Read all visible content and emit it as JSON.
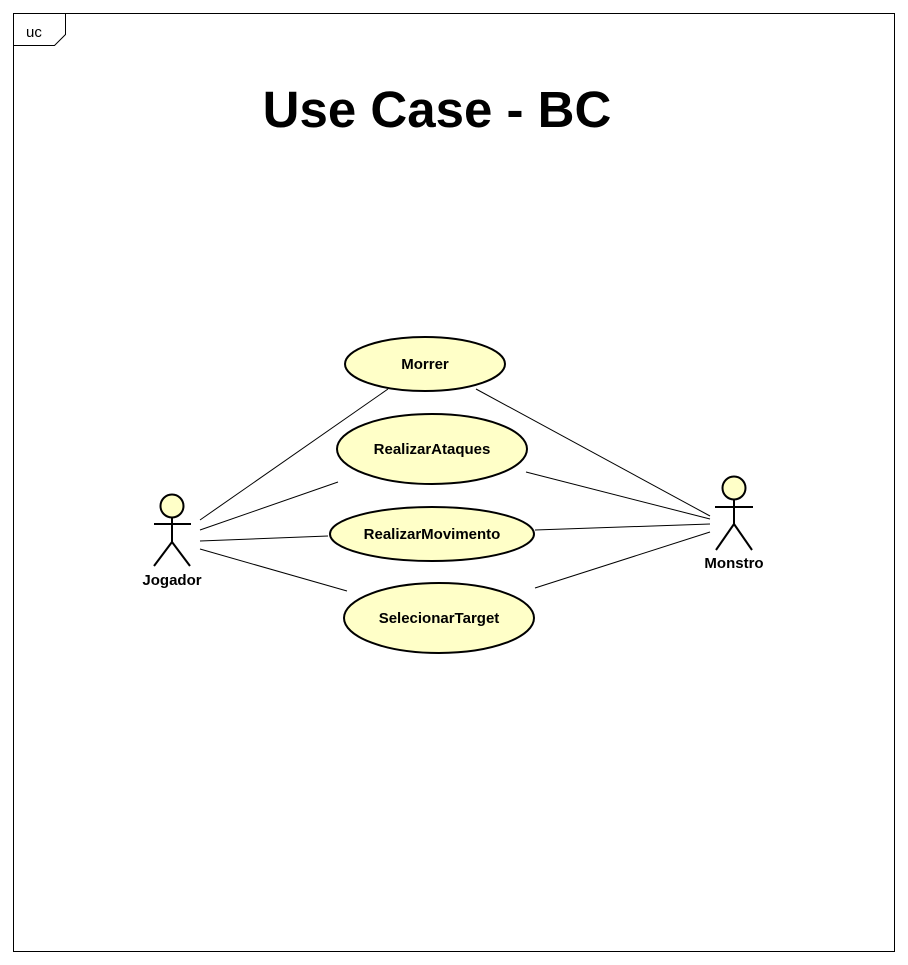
{
  "diagram": {
    "frame_tag": "uc",
    "title": "Use Case - BC",
    "colors": {
      "usecase_fill": "#ffffc8",
      "actor_fill": "#ffffc8",
      "line": "#000000",
      "background": "#ffffff"
    },
    "actors": [
      {
        "id": "jogador",
        "name": "Jogador"
      },
      {
        "id": "monstro",
        "name": "Monstro"
      }
    ],
    "use_cases": [
      {
        "id": "morrer",
        "label": "Morrer"
      },
      {
        "id": "realizar-ataques",
        "label": "RealizarAtaques"
      },
      {
        "id": "realizar-movimento",
        "label": "RealizarMovimento"
      },
      {
        "id": "selecionar-target",
        "label": "SelecionarTarget"
      }
    ],
    "associations": [
      {
        "actor": "jogador",
        "use_case": "morrer"
      },
      {
        "actor": "jogador",
        "use_case": "realizar-ataques"
      },
      {
        "actor": "jogador",
        "use_case": "realizar-movimento"
      },
      {
        "actor": "jogador",
        "use_case": "selecionar-target"
      },
      {
        "actor": "monstro",
        "use_case": "morrer"
      },
      {
        "actor": "monstro",
        "use_case": "realizar-ataques"
      },
      {
        "actor": "monstro",
        "use_case": "realizar-movimento"
      },
      {
        "actor": "monstro",
        "use_case": "selecionar-target"
      }
    ]
  }
}
